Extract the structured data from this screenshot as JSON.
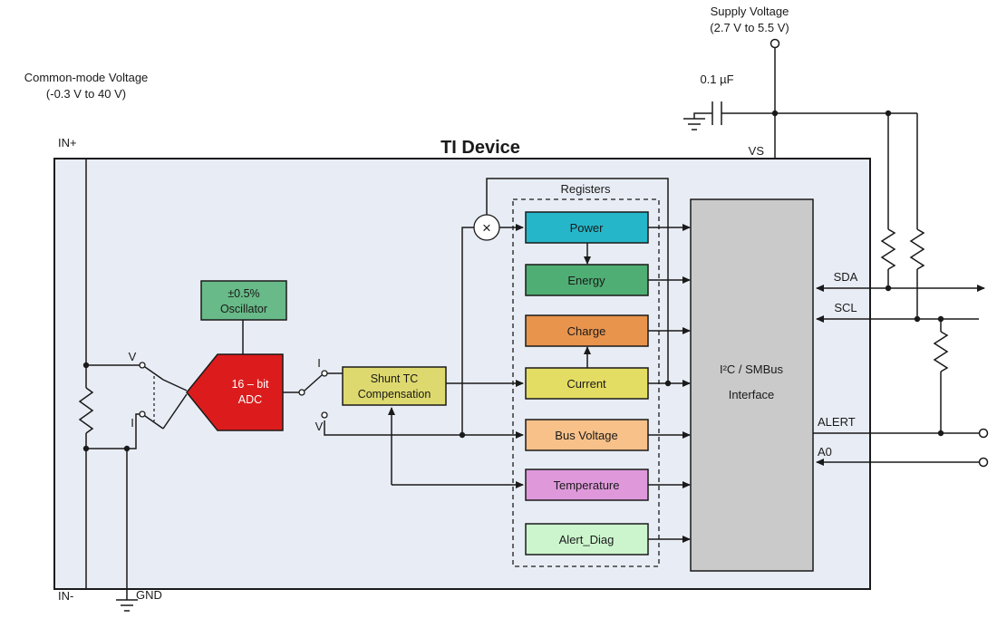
{
  "title": "TI Device",
  "colors": {
    "device_fill": "#e8edf5",
    "line": "#1a1a1a",
    "oscillator": "#68ba88",
    "adc": "#dc1c1c",
    "shunt_tc": "#ded96e",
    "interface": "#cacaca"
  },
  "annotations": {
    "supply_voltage_1": "Supply Voltage",
    "supply_voltage_2": "(2.7 V to 5.5 V)",
    "capacitor_value": "0.1 µF",
    "common_mode_1": "Common-mode Voltage",
    "common_mode_2": "(-0.3 V to 40 V)",
    "registers_title": "Registers"
  },
  "pins": {
    "in_plus": "IN+",
    "in_minus": "IN-",
    "gnd": "GND",
    "vs": "VS",
    "sda": "SDA",
    "scl": "SCL",
    "alert": "ALERT",
    "a0": "A0"
  },
  "switches": {
    "input_v": "V",
    "input_i": "I",
    "output_i": "I",
    "output_v": "V"
  },
  "blocks": {
    "oscillator_1": "±0.5%",
    "oscillator_2": "Oscillator",
    "adc_1": "16 – bit",
    "adc_2": "ADC",
    "shunt_tc_1": "Shunt TC",
    "shunt_tc_2": "Compensation",
    "interface_1": "I²C / SMBus",
    "interface_2": "Interface",
    "multiplier": "×"
  },
  "registers": {
    "items": [
      {
        "label": "Power",
        "color": "#25b7c9"
      },
      {
        "label": "Energy",
        "color": "#4fae74"
      },
      {
        "label": "Charge",
        "color": "#e8944d"
      },
      {
        "label": "Current",
        "color": "#e4dd63"
      },
      {
        "label": "Bus Voltage",
        "color": "#f7c189"
      },
      {
        "label": "Temperature",
        "color": "#df99db"
      },
      {
        "label": "Alert_Diag",
        "color": "#ccf5cd"
      }
    ]
  }
}
